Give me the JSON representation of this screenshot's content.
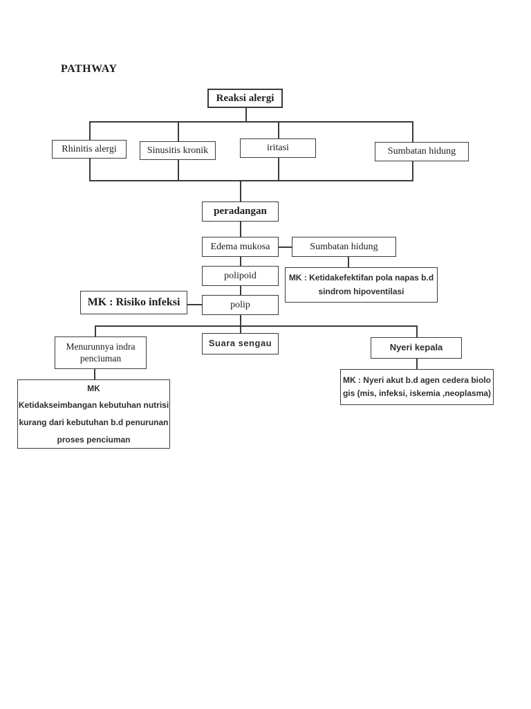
{
  "page": {
    "title": "PATHWAY"
  },
  "colors": {
    "background": "#ffffff",
    "line": "#3a3a3a",
    "text": "#1c1c1c"
  },
  "diagram": {
    "type": "flowchart",
    "nodes": {
      "reaksi_alergi": {
        "label": "Reaksi alergi"
      },
      "rhinitis_alergi": {
        "label": "Rhinitis alergi"
      },
      "sinusitis_kronik": {
        "label": "Sinusitis kronik"
      },
      "iritasi": {
        "label": "iritasi"
      },
      "sumbatan_hidung_1": {
        "label": "Sumbatan hidung"
      },
      "peradangan": {
        "label": "peradangan"
      },
      "edema_mukosa": {
        "label": "Edema mukosa"
      },
      "sumbatan_hidung_2": {
        "label": "Sumbatan hidung"
      },
      "polipoid": {
        "label": "polipoid"
      },
      "mk_pola_napas": {
        "line1": "MK : Ketidakefektifan pola napas b.d",
        "line2": "sindrom hipoventilasi"
      },
      "mk_risiko_infeksi": {
        "label": "MK : Risiko infeksi"
      },
      "polip": {
        "label": "polip"
      },
      "menurunnya_indra": {
        "line1": "Menurunnya indra",
        "line2": "penciuman"
      },
      "suara_sengau": {
        "label": "Suara sengau"
      },
      "nyeri_kepala": {
        "label": "Nyeri kepala"
      },
      "mk_nutrisi": {
        "line1": "MK",
        "line2": "Ketidakseimbangan kebutuhan nutrisi",
        "line3": "kurang dari kebutuhan b.d penurunan",
        "line4": "proses penciuman"
      },
      "mk_nyeri_akut": {
        "line1": "MK : Nyeri akut b.d agen cedera biolo",
        "line2": "gis (mis, infeksi, iskemia ,neoplasma)"
      }
    },
    "edges": [
      "reaksi_alergi -> rhinitis_alergi",
      "reaksi_alergi -> sinusitis_kronik",
      "reaksi_alergi -> iritasi",
      "reaksi_alergi -> sumbatan_hidung_1",
      "rhinitis_alergi -> peradangan",
      "sinusitis_kronik -> peradangan",
      "iritasi -> peradangan",
      "sumbatan_hidung_1 -> peradangan",
      "peradangan -> edema_mukosa",
      "edema_mukosa -> sumbatan_hidung_2",
      "edema_mukosa -> polipoid",
      "sumbatan_hidung_2 -> mk_pola_napas",
      "polipoid -> polip",
      "mk_risiko_infeksi -> polip",
      "polip -> menurunnya_indra",
      "polip -> suara_sengau",
      "polip -> nyeri_kepala",
      "menurunnya_indra -> mk_nutrisi",
      "nyeri_kepala -> mk_nyeri_akut"
    ]
  }
}
